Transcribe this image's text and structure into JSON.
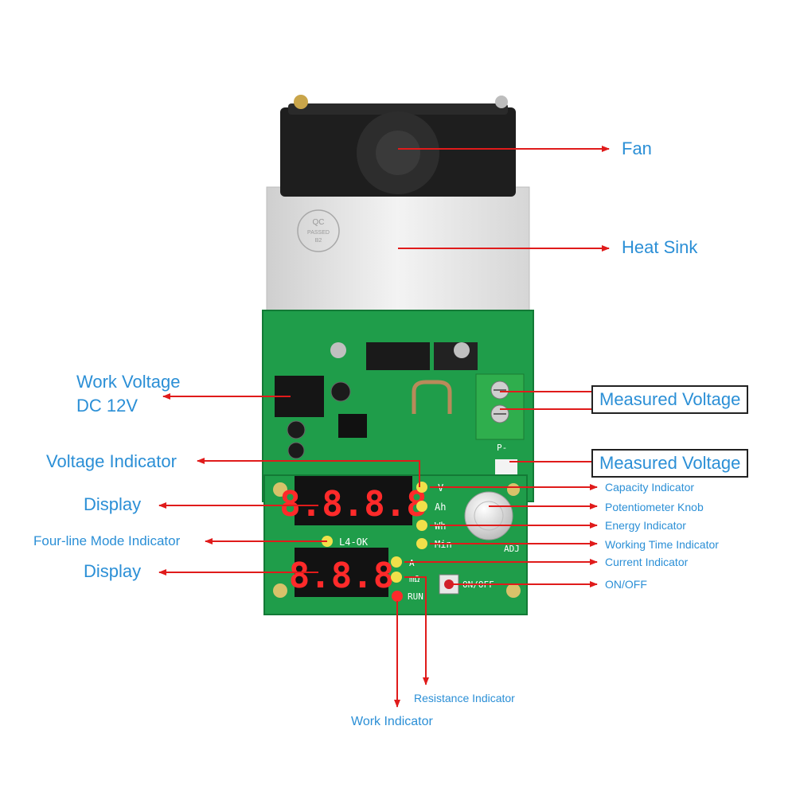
{
  "colors": {
    "label": "#2b8fd6",
    "arrow": "#e01b1b",
    "pcb": "#1f9d4a",
    "display_bg": "#121212",
    "segment": "#ff2a2a",
    "led": "#f1e04a",
    "run_led": "#ff2b2b"
  },
  "callouts": {
    "fan": "Fan",
    "heat_sink": "Heat Sink",
    "work_voltage_line1": "Work Voltage",
    "work_voltage_line2": "DC 12V",
    "measured_voltage_1": "Measured Voltage",
    "measured_voltage_2": "Measured Voltage",
    "voltage_indicator": "Voltage Indicator",
    "display_top": "Display",
    "four_line_mode": "Four-line Mode Indicator",
    "display_bottom": "Display",
    "capacity_indicator": "Capacity Indicator",
    "potentiometer_knob": "Potentiometer Knob",
    "energy_indicator": "Energy Indicator",
    "working_time_indicator": "Working Time Indicator",
    "current_indicator": "Current Indicator",
    "on_off": "ON/OFF",
    "resistance_indicator": "Resistance Indicator",
    "work_indicator": "Work Indicator"
  },
  "board": {
    "qc_sticker": "QC",
    "qc_passed": "PASSED",
    "qc_code": "B2",
    "top_display": "8.8.8.8",
    "bottom_display": "8.8.8",
    "led_labels": [
      "V",
      "Ah",
      "Wh",
      "Min"
    ],
    "mode_label": "L4-OK",
    "current_label": "A",
    "resistance_label": "mΩ",
    "run_label": "RUN",
    "switch_label": "ON/OFF",
    "knob_label": "ADJ",
    "terminal_label": "P-"
  }
}
